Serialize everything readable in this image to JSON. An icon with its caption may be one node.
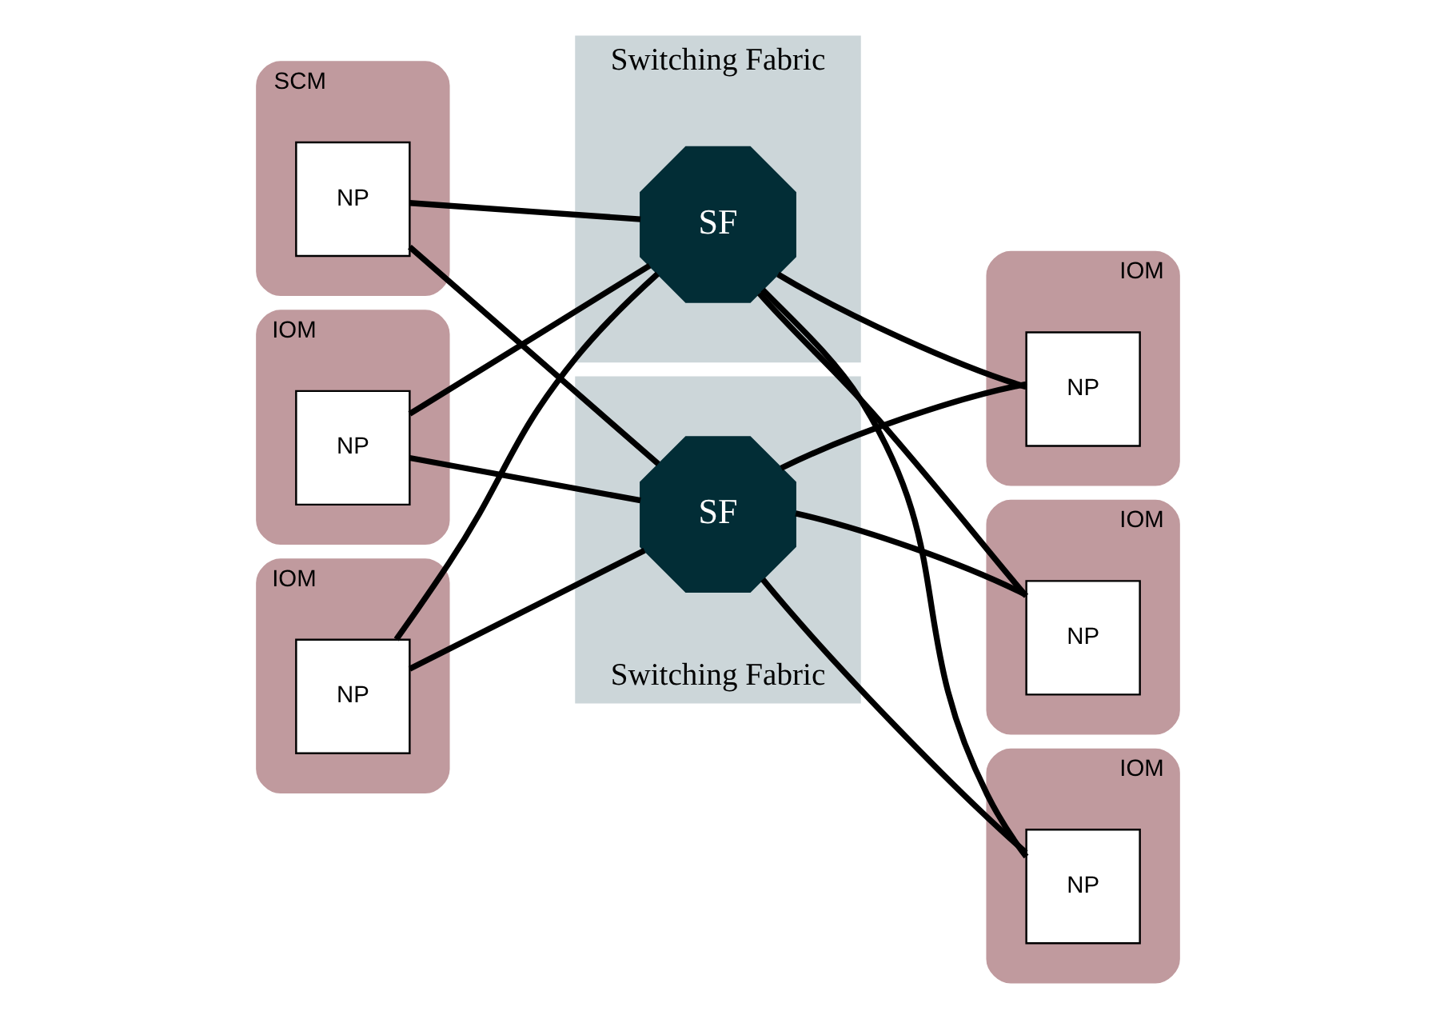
{
  "diagram": {
    "nodes": [
      {
        "text": [
          "Switching Fabric"
        ]
      },
      {
        "text": [
          "SF"
        ],
        "in": 0
      },
      {
        "text": [
          "SCM"
        ]
      },
      {
        "text": [
          "NP"
        ],
        "in": 2
      },
      {
        "text": [
          "IOM"
        ]
      },
      {
        "text": [
          "NP"
        ],
        "in": 4
      },
      {
        "text": [
          "IOM"
        ]
      },
      {
        "text": [
          "NP"
        ],
        "in": 6
      },
      {
        "text": [
          "IOM"
        ]
      },
      {
        "text": [
          "NP"
        ],
        "in": 8
      },
      {
        "text": [
          "Switching Fabric"
        ]
      },
      {
        "text": [
          "SF"
        ],
        "in": 10
      },
      {
        "text": [
          "IOM"
        ]
      },
      {
        "text": [
          "NP"
        ],
        "in": 12
      },
      {
        "text": [
          "IOM"
        ]
      },
      {
        "text": [
          "NP"
        ],
        "in": 14
      }
    ],
    "edges": [
      {
        "from": 3,
        "to": 1,
        "arrow": "none"
      },
      {
        "from": 3,
        "to": 11,
        "arrow": "none"
      },
      {
        "from": 5,
        "to": 1,
        "arrow": "none"
      },
      {
        "from": 5,
        "to": 11,
        "arrow": "none"
      },
      {
        "from": 7,
        "to": 1,
        "arrow": "none"
      },
      {
        "from": 7,
        "to": 11,
        "arrow": "none"
      },
      {
        "from": 9,
        "to": 1,
        "arrow": "none"
      },
      {
        "from": 9,
        "to": 11,
        "arrow": "none"
      },
      {
        "from": 13,
        "to": 1,
        "arrow": "none"
      },
      {
        "from": 13,
        "to": 11,
        "arrow": "none"
      },
      {
        "from": 15,
        "to": 1,
        "arrow": "none"
      },
      {
        "from": 15,
        "to": 11,
        "arrow": "none"
      }
    ]
  }
}
